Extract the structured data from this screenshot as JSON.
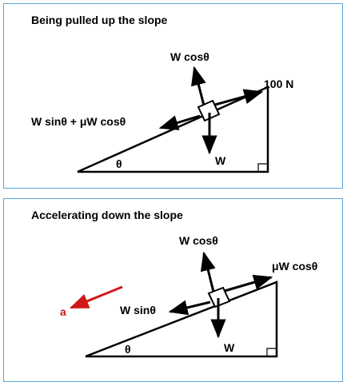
{
  "colors": {
    "border": "#5aa6d8",
    "ink": "#000000",
    "accel": "#d01818"
  },
  "panels": [
    {
      "title": "Being pulled up the slope",
      "labels": {
        "normal": "W cosθ",
        "applied": "100 N",
        "resist": "W sinθ + μW cosθ",
        "weight": "W",
        "angle": "θ"
      }
    },
    {
      "title": "Accelerating down the slope",
      "labels": {
        "normal": "W cosθ",
        "friction": "μW cosθ",
        "down": "W sinθ",
        "weight": "W",
        "angle": "θ",
        "accel": "a"
      }
    }
  ]
}
